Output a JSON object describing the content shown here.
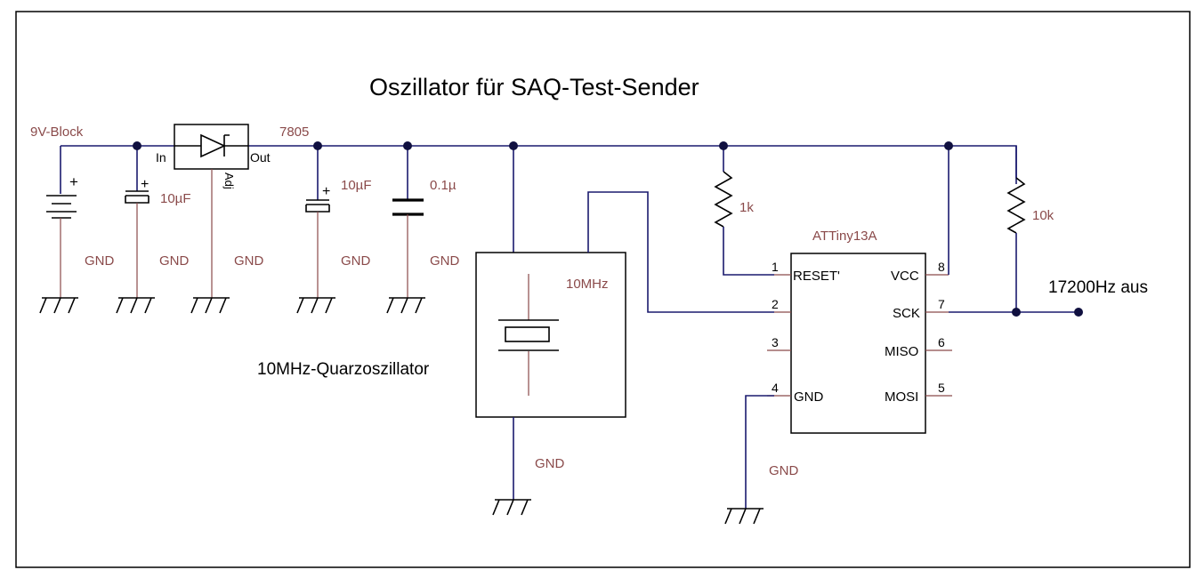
{
  "title": "Oszillator für SAQ-Test-Sender",
  "supply": {
    "battery_label": "9V-Block",
    "battery_plus": "+",
    "input_cap_value": "10µF",
    "input_cap_plus": "+",
    "regulator": {
      "name": "7805",
      "pin_in": "In",
      "pin_out": "Out",
      "pin_adj": "Adj"
    },
    "output_cap_value": "10µF",
    "output_cap_plus": "+",
    "decoupling_cap_value": "0.1µ"
  },
  "oscillator": {
    "caption": "10MHz-Quarzoszillator",
    "frequency_label": "10MHz"
  },
  "resistors": {
    "reset_pullup": "1k",
    "output_pullup": "10k"
  },
  "mcu": {
    "name": "ATTiny13A",
    "left_pins": [
      {
        "number": "1",
        "name": "RESET'"
      },
      {
        "number": "2",
        "name": ""
      },
      {
        "number": "3",
        "name": ""
      },
      {
        "number": "4",
        "name": "GND"
      }
    ],
    "right_pins": [
      {
        "number": "8",
        "name": "VCC"
      },
      {
        "number": "7",
        "name": "SCK"
      },
      {
        "number": "6",
        "name": "MISO"
      },
      {
        "number": "5",
        "name": "MOSI"
      }
    ]
  },
  "output_label": "17200Hz aus",
  "ground_label": "GND"
}
